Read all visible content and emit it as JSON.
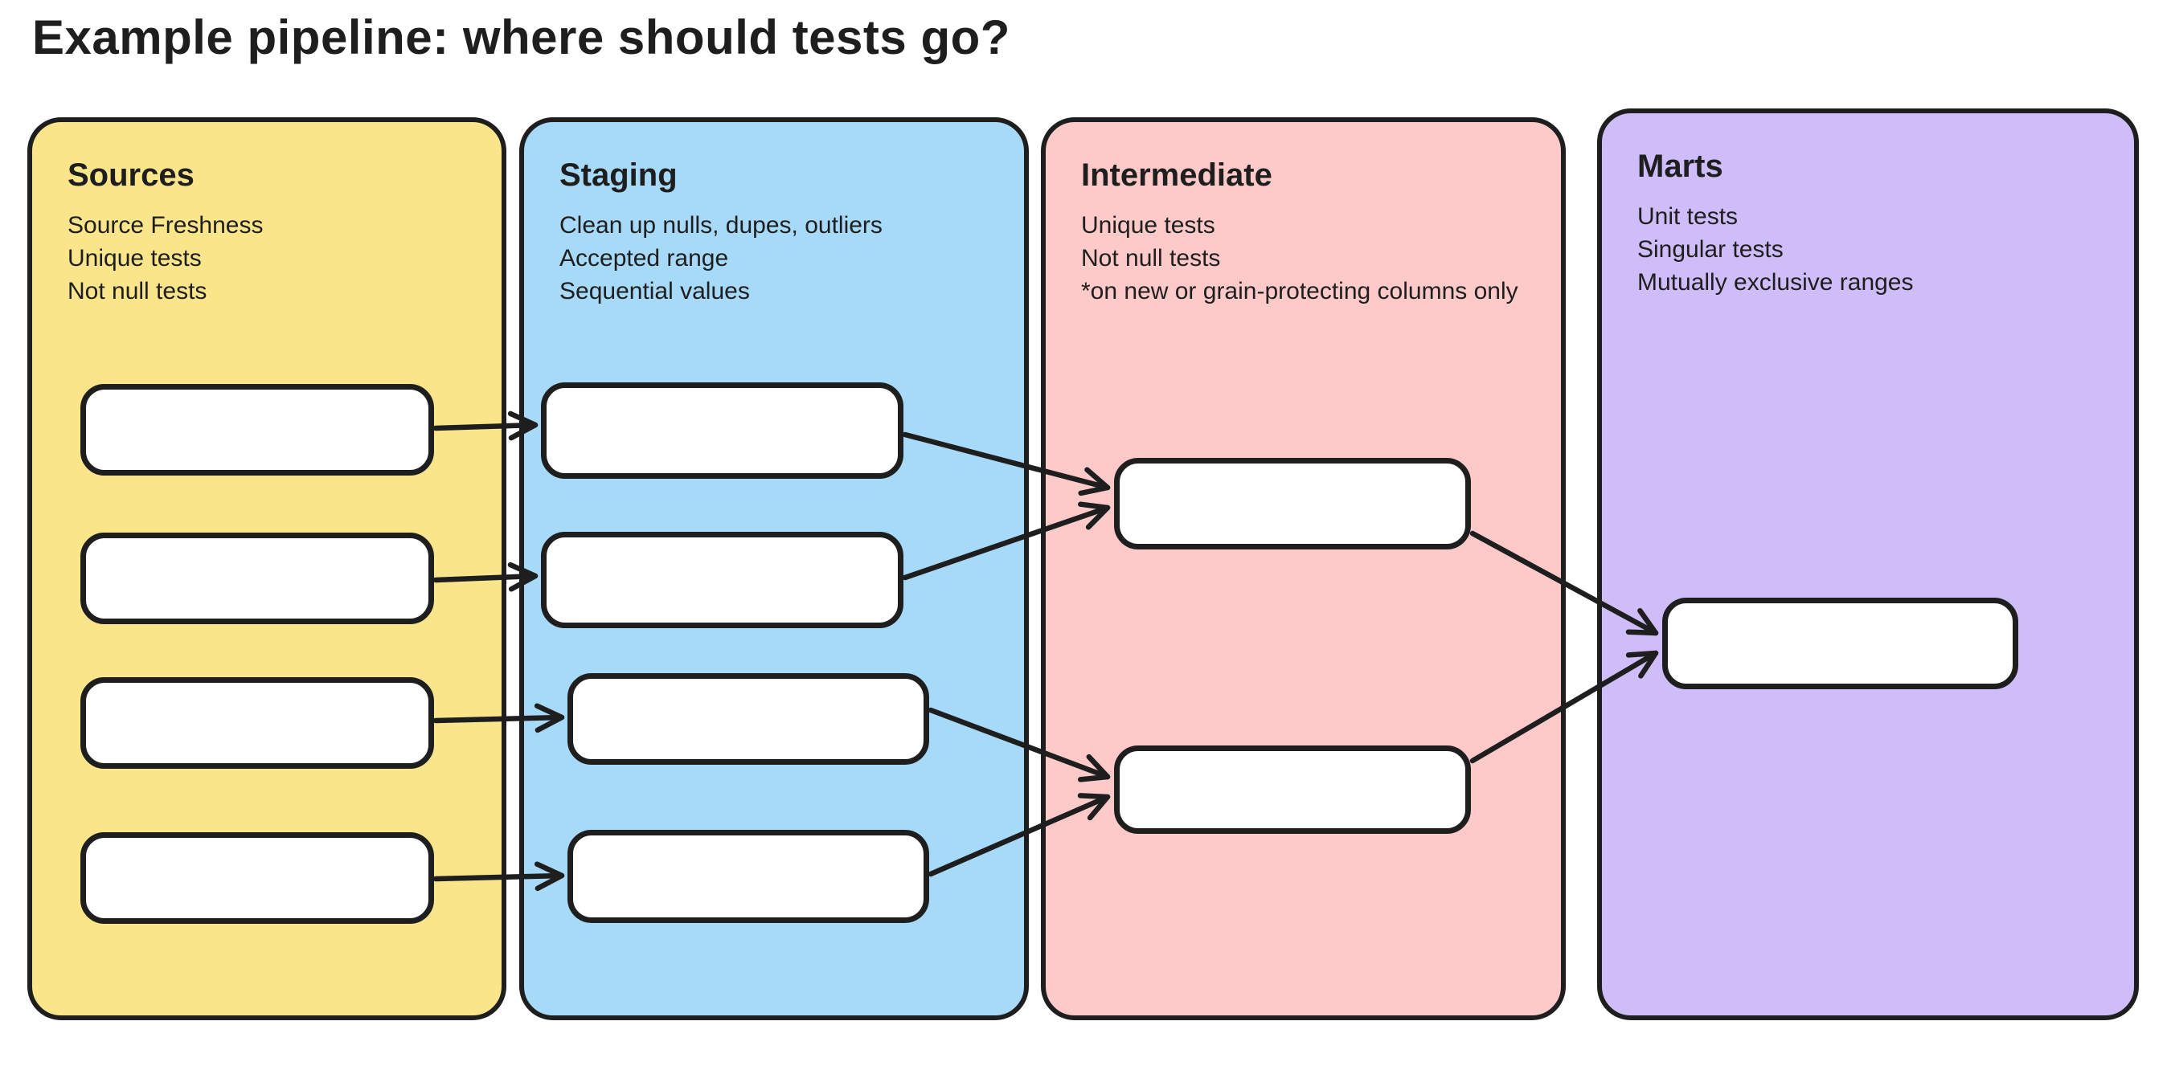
{
  "title": "Example pipeline: where should tests go?",
  "stroke_color": "#1e1e1e",
  "node_fill": "#ffffff",
  "columns": [
    {
      "id": "sources",
      "label": "Sources",
      "color": "#fbe58b",
      "notes": [
        "Source Freshness",
        "Unique tests",
        "Not null tests"
      ]
    },
    {
      "id": "staging",
      "label": "Staging",
      "color": "#a7d9f8",
      "notes": [
        "Clean up nulls, dupes, outliers",
        "Accepted range",
        "Sequential values"
      ]
    },
    {
      "id": "intermediate",
      "label": "Intermediate",
      "color": "#fdc9c9",
      "notes": [
        "Unique tests",
        "Not null tests",
        "*on new or grain-protecting columns only"
      ]
    },
    {
      "id": "marts",
      "label": "Marts",
      "color": "#cebdf8",
      "notes": [
        "Unit tests",
        "Singular tests",
        "Mutually exclusive ranges"
      ]
    }
  ],
  "nodes": [
    {
      "id": "src1",
      "column": "sources"
    },
    {
      "id": "src2",
      "column": "sources"
    },
    {
      "id": "src3",
      "column": "sources"
    },
    {
      "id": "src4",
      "column": "sources"
    },
    {
      "id": "stg1",
      "column": "staging"
    },
    {
      "id": "stg2",
      "column": "staging"
    },
    {
      "id": "stg3",
      "column": "staging"
    },
    {
      "id": "stg4",
      "column": "staging"
    },
    {
      "id": "int1",
      "column": "intermediate"
    },
    {
      "id": "int2",
      "column": "intermediate"
    },
    {
      "id": "mart1",
      "column": "marts"
    }
  ],
  "edges": [
    {
      "from": "src1",
      "to": "stg1"
    },
    {
      "from": "src2",
      "to": "stg2"
    },
    {
      "from": "src3",
      "to": "stg3"
    },
    {
      "from": "src4",
      "to": "stg4"
    },
    {
      "from": "stg1",
      "to": "int1"
    },
    {
      "from": "stg2",
      "to": "int1"
    },
    {
      "from": "stg3",
      "to": "int2"
    },
    {
      "from": "stg4",
      "to": "int2"
    },
    {
      "from": "int1",
      "to": "mart1"
    },
    {
      "from": "int2",
      "to": "mart1"
    }
  ]
}
